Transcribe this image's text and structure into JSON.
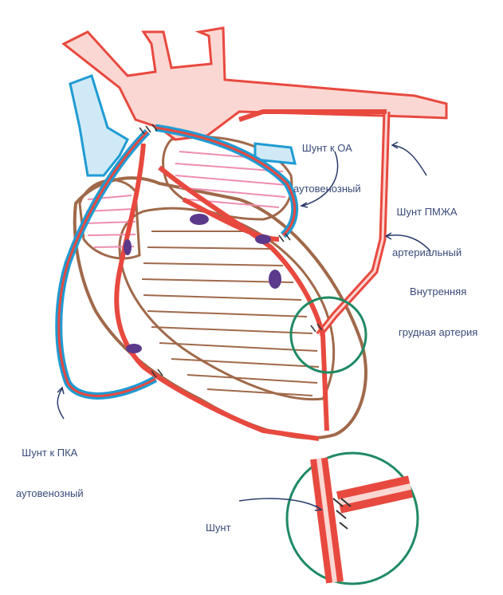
{
  "labels": {
    "oa_shunt": {
      "line1": "Шунт к ОА",
      "line2": "аутовенозный"
    },
    "lad_shunt": {
      "line1": "Шунт ПМЖА",
      "line2": "артериальный"
    },
    "ima": {
      "line1": "Внутренняя",
      "line2": "грудная артерия"
    },
    "rca_shunt": {
      "line1": "Шунт к ПКА",
      "line2": "аутовенозный"
    },
    "shunt": {
      "line1": "Шунт"
    }
  },
  "colors": {
    "artery": "#e8493f",
    "vein_graft": "#1f9bd3",
    "heart_outline": "#a0694a",
    "atrium_pink": "#ef8db0",
    "plaque": "#5b3a8c",
    "circle": "#1f8a63",
    "arrow": "#2a3a6a",
    "suture": "#333333"
  }
}
